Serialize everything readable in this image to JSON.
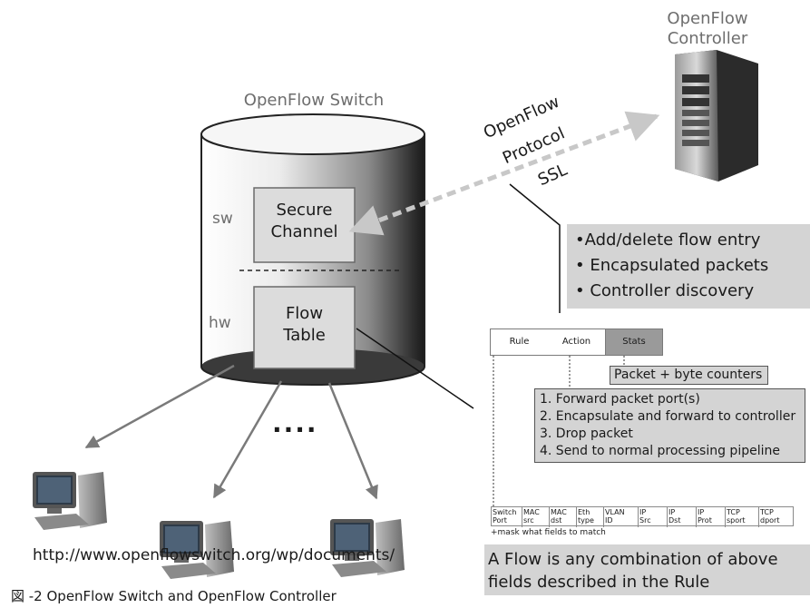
{
  "controller": {
    "label_line1": "OpenFlow",
    "label_line2": "Controller"
  },
  "switch": {
    "label": "OpenFlow Switch",
    "sw_label": "sw",
    "hw_label": "hw",
    "secure_channel_line1": "Secure",
    "secure_channel_line2": "Channel",
    "flow_table_line1": "Flow",
    "flow_table_line2": "Table"
  },
  "protocol": {
    "line1": "OpenFlow",
    "line2": "Protocol",
    "line3": "SSL"
  },
  "messages": [
    "•Add/delete flow entry",
    "• Encapsulated packets",
    "• Controller discovery"
  ],
  "flow_entry": {
    "headers": [
      "Rule",
      "Action",
      "Stats"
    ],
    "stats_note": "Packet + byte counters",
    "actions": [
      "1. Forward packet port(s)",
      "2. Encapsulate and forward to controller",
      "3. Drop packet",
      "4. Send to normal processing pipeline"
    ],
    "fields": [
      [
        "Switch",
        "Port"
      ],
      [
        "MAC",
        "src"
      ],
      [
        "MAC",
        "dst"
      ],
      [
        "Eth",
        "type"
      ],
      [
        "VLAN",
        "ID"
      ],
      [
        "IP",
        "Src"
      ],
      [
        "IP",
        "Dst"
      ],
      [
        "IP",
        "Prot"
      ],
      [
        "TCP",
        "sport"
      ],
      [
        "TCP",
        "dport"
      ]
    ],
    "mask_note": "+mask what fields to match"
  },
  "flow_description": {
    "line1": "A Flow is any combination of above",
    "line2": "fields described in the Rule"
  },
  "ellipsis": "....",
  "url": "http://www.openflowswitch.org/wp/documents/",
  "caption": "図 -2   OpenFlow Switch and OpenFlow Controller"
}
